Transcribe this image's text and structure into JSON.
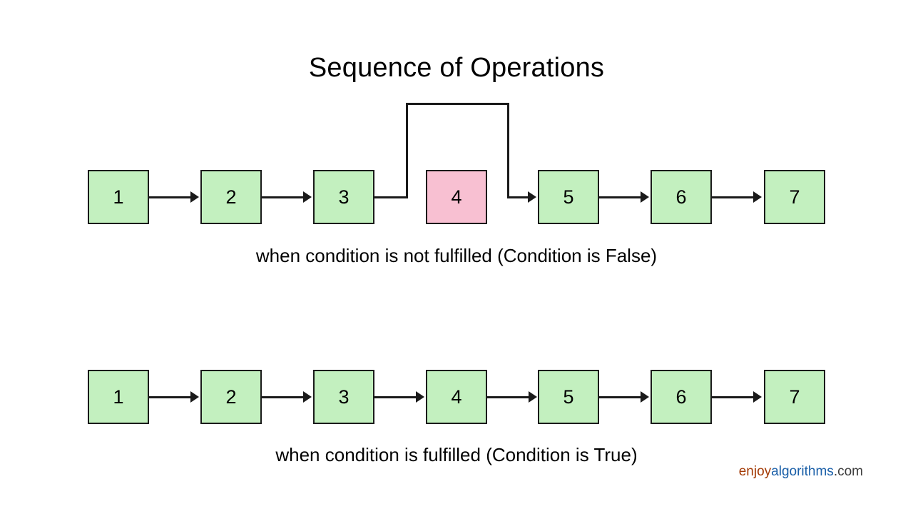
{
  "title": "Sequence of Operations",
  "colors": {
    "node_green": "#c3f0bf",
    "node_pink": "#f8c0d2",
    "stroke": "#1a1a1a",
    "background": "#ffffff",
    "brand_enjoy": "#a33a05",
    "brand_algorithms": "#1a5fa8",
    "brand_tld": "#3c3c3c"
  },
  "diagram": {
    "type": "flow-sequence",
    "rows": [
      {
        "id": "condition-false",
        "caption": "when condition is not fulfilled (Condition is False)",
        "nodes": [
          {
            "label": "1",
            "state": "executed",
            "color": "green"
          },
          {
            "label": "2",
            "state": "executed",
            "color": "green"
          },
          {
            "label": "3",
            "state": "executed",
            "color": "green"
          },
          {
            "label": "4",
            "state": "skipped",
            "color": "pink"
          },
          {
            "label": "5",
            "state": "executed",
            "color": "green"
          },
          {
            "label": "6",
            "state": "executed",
            "color": "green"
          },
          {
            "label": "7",
            "state": "executed",
            "color": "green"
          }
        ],
        "flow": "1 -> 2 -> 3 -> (skip 4) -> 5 -> 6 -> 7",
        "bypass": {
          "from": "3",
          "over": "4",
          "to": "5"
        }
      },
      {
        "id": "condition-true",
        "caption": "when condition is fulfilled (Condition is True)",
        "nodes": [
          {
            "label": "1",
            "state": "executed",
            "color": "green"
          },
          {
            "label": "2",
            "state": "executed",
            "color": "green"
          },
          {
            "label": "3",
            "state": "executed",
            "color": "green"
          },
          {
            "label": "4",
            "state": "executed",
            "color": "green"
          },
          {
            "label": "5",
            "state": "executed",
            "color": "green"
          },
          {
            "label": "6",
            "state": "executed",
            "color": "green"
          },
          {
            "label": "7",
            "state": "executed",
            "color": "green"
          }
        ],
        "flow": "1 -> 2 -> 3 -> 4 -> 5 -> 6 -> 7",
        "bypass": null
      }
    ]
  },
  "branding": {
    "enjoy": "enjoy",
    "algorithms": "algorithms",
    "tld": ".com"
  }
}
